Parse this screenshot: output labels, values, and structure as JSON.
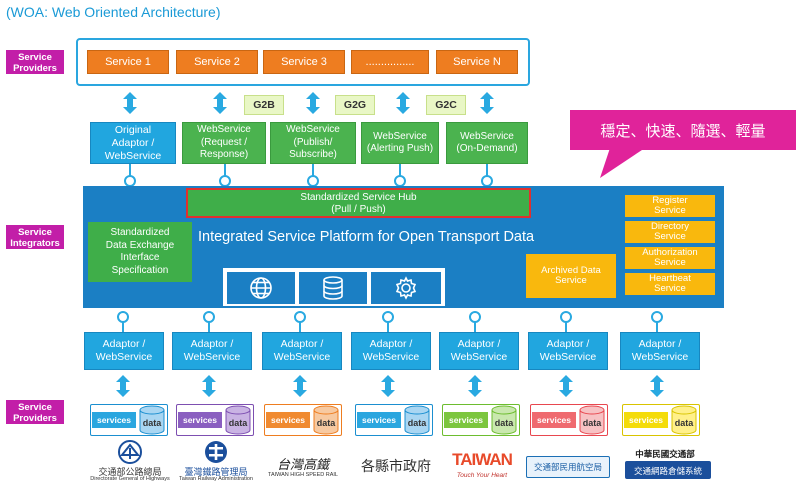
{
  "title": "(WOA: Web Oriented Architecture)",
  "side_labels": {
    "top": "Service\nProviders",
    "mid": "Service\nIntegrators",
    "bottom": "Service\nProviders"
  },
  "services": [
    "Service 1",
    "Service 2",
    "Service 3",
    "................",
    "Service N"
  ],
  "g2_labels": [
    "G2B",
    "G2G",
    "G2C"
  ],
  "adaptor_top": "Original\nAdaptor /\nWebService",
  "webservices": [
    "WebService\n(Request /\nResponse)",
    "WebService\n(Publish/\nSubscribe)",
    "WebService\n(Alerting Push)",
    "WebService\n(On-Demand)"
  ],
  "bubble_text": "穩定、快速、隨選、輕量",
  "hub": "Standardized Service Hub\n(Pull / Push)",
  "platform_title": "Integrated Service Platform for Open Transport Data",
  "standard_box": "Standardized\nData Exchange\nInterface\nSpecification",
  "archived": "Archived Data\nService",
  "right_services": [
    "Register\nService",
    "Directory\nService",
    "Authorization\nService",
    "Heartbeat\nService"
  ],
  "adaptor_label": "Adaptor /\nWebService",
  "services_label": "services",
  "data_label": "data",
  "store_colors": [
    {
      "frame": "#1b8fd0",
      "fill": "#2aa6df",
      "db": "#a9d6f2"
    },
    {
      "frame": "#7d4fb1",
      "fill": "#8a5fc0",
      "db": "#c9b3e3"
    },
    {
      "frame": "#ee7d20",
      "fill": "#f08a30",
      "db": "#f7c9a1"
    },
    {
      "frame": "#1b8fd0",
      "fill": "#2aa6df",
      "db": "#a9d6f2"
    },
    {
      "frame": "#6dbd2f",
      "fill": "#7cc63e",
      "db": "#c9e8ae"
    },
    {
      "frame": "#e8474f",
      "fill": "#ef6a6f",
      "db": "#f7c2c4"
    },
    {
      "frame": "#d9c400",
      "fill": "#f4dc0a",
      "db": "#fff08a"
    }
  ],
  "logos": [
    {
      "text": "交通部公路總局",
      "sub": "Directorate General of Highways"
    },
    {
      "text": "臺灣鐵路管理局",
      "sub": "Taiwan Railway Administration"
    },
    {
      "text": "台灣高鐵",
      "sub": "TAIWAN HIGH SPEED RAIL"
    },
    {
      "text": "各縣市政府",
      "sub": ""
    },
    {
      "text": "TAIWAN",
      "sub": "Touch Your Heart"
    },
    {
      "text": "交通部民用航空局",
      "sub": ""
    },
    {
      "text": "中華民國交通部",
      "sub": "交通網路倉儲系統"
    }
  ],
  "colors": {
    "accent_blue": "#21a6df",
    "platform_blue": "#1b7fc4",
    "magenta": "#c21ea8",
    "orange": "#ee7d20",
    "green": "#4bb34f",
    "yellow": "#f9b80d"
  }
}
